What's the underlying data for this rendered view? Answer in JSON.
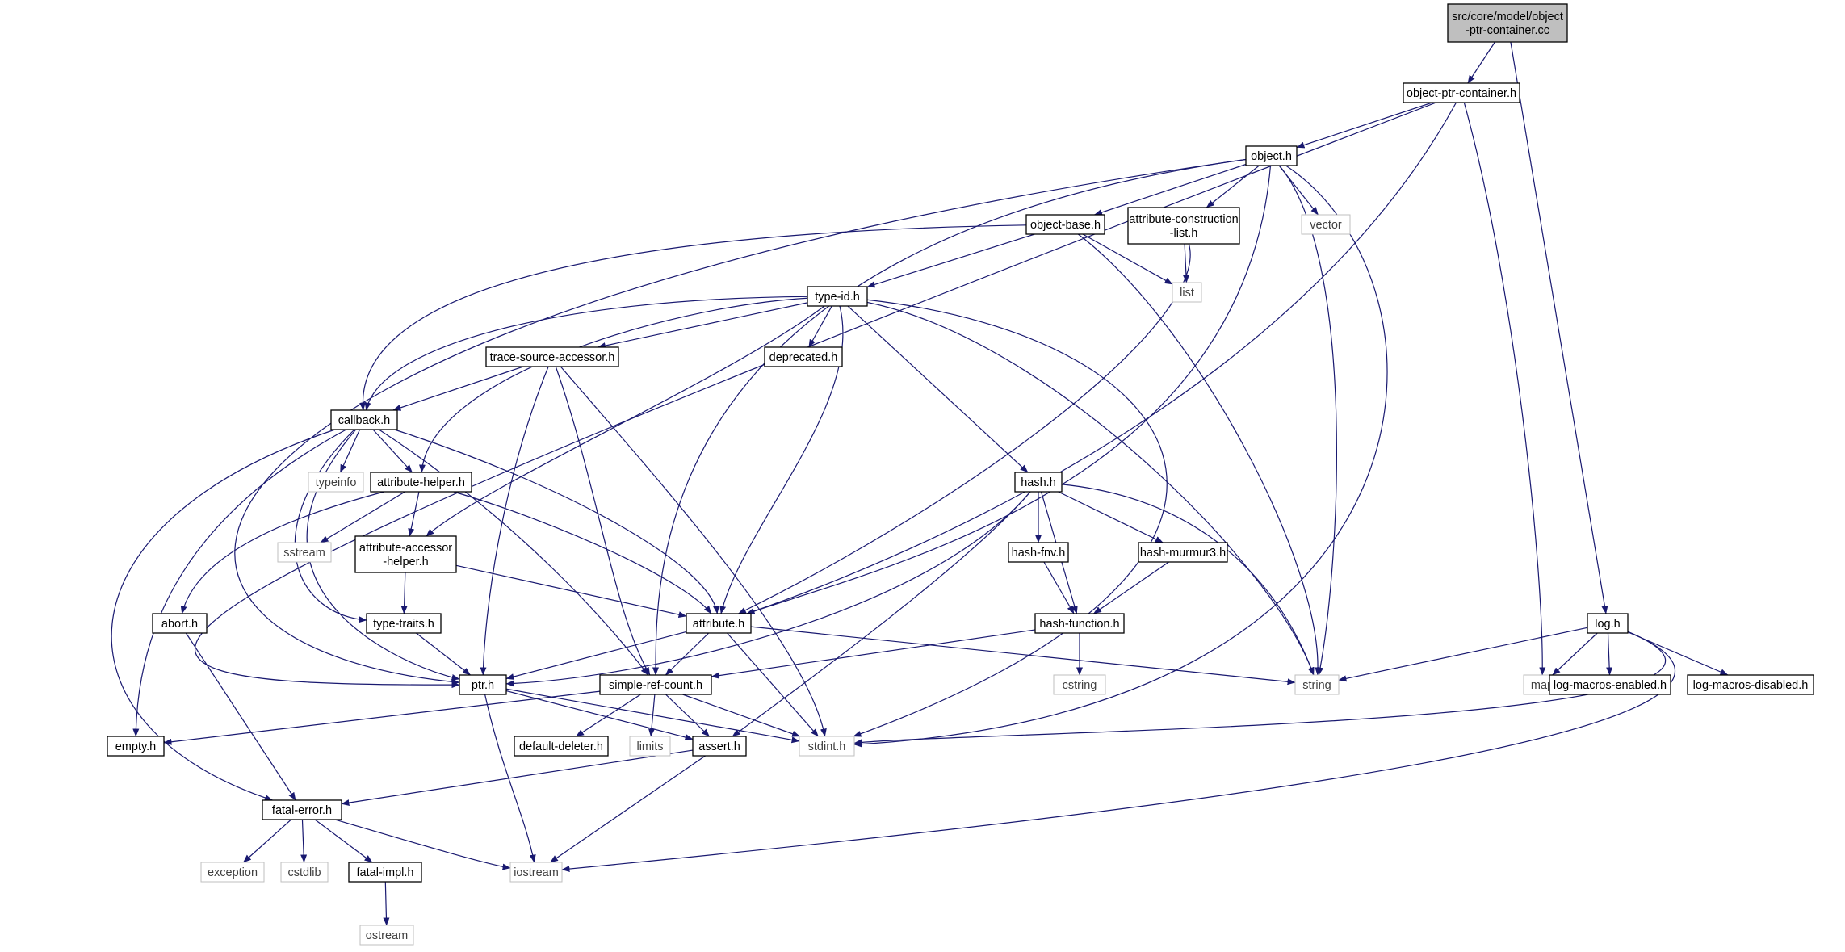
{
  "diagram": {
    "colors": {
      "edge": "#191970",
      "node_border": "#000000",
      "system_border": "#bfbfbf",
      "root_fill": "#bfbfbf",
      "system_text": "#404040",
      "node_text": "#000000"
    },
    "nodes": [
      {
        "id": "root",
        "kind": "root",
        "lines": [
          "src/core/model/object",
          "-ptr-container.cc"
        ]
      },
      {
        "id": "optr",
        "kind": "file",
        "lines": [
          "object-ptr-container.h"
        ]
      },
      {
        "id": "object",
        "kind": "file",
        "lines": [
          "object.h"
        ]
      },
      {
        "id": "objbase",
        "kind": "file",
        "lines": [
          "object-base.h"
        ]
      },
      {
        "id": "attrcons",
        "kind": "file",
        "lines": [
          "attribute-construction",
          "-list.h"
        ]
      },
      {
        "id": "vector",
        "kind": "system",
        "lines": [
          "vector"
        ]
      },
      {
        "id": "list",
        "kind": "system",
        "lines": [
          "list"
        ]
      },
      {
        "id": "typeid",
        "kind": "file",
        "lines": [
          "type-id.h"
        ]
      },
      {
        "id": "tsa",
        "kind": "file",
        "lines": [
          "trace-source-accessor.h"
        ]
      },
      {
        "id": "deprecated",
        "kind": "file",
        "lines": [
          "deprecated.h"
        ]
      },
      {
        "id": "callback",
        "kind": "file",
        "lines": [
          "callback.h"
        ]
      },
      {
        "id": "typeinfo",
        "kind": "system",
        "lines": [
          "typeinfo"
        ]
      },
      {
        "id": "attrhelper",
        "kind": "file",
        "lines": [
          "attribute-helper.h"
        ]
      },
      {
        "id": "sstream",
        "kind": "system",
        "lines": [
          "sstream"
        ]
      },
      {
        "id": "accessor",
        "kind": "file",
        "lines": [
          "attribute-accessor",
          "-helper.h"
        ]
      },
      {
        "id": "abort",
        "kind": "file",
        "lines": [
          "abort.h"
        ]
      },
      {
        "id": "typetraits",
        "kind": "file",
        "lines": [
          "type-traits.h"
        ]
      },
      {
        "id": "attribute",
        "kind": "file",
        "lines": [
          "attribute.h"
        ]
      },
      {
        "id": "hash",
        "kind": "file",
        "lines": [
          "hash.h"
        ]
      },
      {
        "id": "hashfnv",
        "kind": "file",
        "lines": [
          "hash-fnv.h"
        ]
      },
      {
        "id": "murmur",
        "kind": "file",
        "lines": [
          "hash-murmur3.h"
        ]
      },
      {
        "id": "hashfunc",
        "kind": "file",
        "lines": [
          "hash-function.h"
        ]
      },
      {
        "id": "cstring",
        "kind": "system",
        "lines": [
          "cstring"
        ]
      },
      {
        "id": "string",
        "kind": "system",
        "lines": [
          "string"
        ]
      },
      {
        "id": "log",
        "kind": "file",
        "lines": [
          "log.h"
        ]
      },
      {
        "id": "map",
        "kind": "system",
        "lines": [
          "map"
        ]
      },
      {
        "id": "logen",
        "kind": "file",
        "lines": [
          "log-macros-enabled.h"
        ]
      },
      {
        "id": "logdis",
        "kind": "file",
        "lines": [
          "log-macros-disabled.h"
        ]
      },
      {
        "id": "ptr",
        "kind": "file",
        "lines": [
          "ptr.h"
        ]
      },
      {
        "id": "src",
        "kind": "file",
        "lines": [
          "simple-ref-count.h"
        ]
      },
      {
        "id": "empty",
        "kind": "file",
        "lines": [
          "empty.h"
        ]
      },
      {
        "id": "deleter",
        "kind": "file",
        "lines": [
          "default-deleter.h"
        ]
      },
      {
        "id": "limits",
        "kind": "system",
        "lines": [
          "limits"
        ]
      },
      {
        "id": "assert",
        "kind": "file",
        "lines": [
          "assert.h"
        ]
      },
      {
        "id": "stdint",
        "kind": "system",
        "lines": [
          "stdint.h"
        ]
      },
      {
        "id": "fatal",
        "kind": "file",
        "lines": [
          "fatal-error.h"
        ]
      },
      {
        "id": "exception",
        "kind": "system",
        "lines": [
          "exception"
        ]
      },
      {
        "id": "cstdlib",
        "kind": "system",
        "lines": [
          "cstdlib"
        ]
      },
      {
        "id": "fatalimpl",
        "kind": "file",
        "lines": [
          "fatal-impl.h"
        ]
      },
      {
        "id": "iostream",
        "kind": "system",
        "lines": [
          "iostream"
        ]
      },
      {
        "id": "ostream",
        "kind": "system",
        "lines": [
          "ostream"
        ]
      }
    ],
    "edges": [
      [
        "root",
        "optr"
      ],
      [
        "root",
        "log"
      ],
      [
        "optr",
        "object"
      ],
      [
        "optr",
        "ptr"
      ],
      [
        "optr",
        "attribute"
      ],
      [
        "optr",
        "map"
      ],
      [
        "object",
        "objbase"
      ],
      [
        "object",
        "attrcons"
      ],
      [
        "object",
        "vector"
      ],
      [
        "object",
        "string"
      ],
      [
        "object",
        "stdint"
      ],
      [
        "object",
        "src"
      ],
      [
        "object",
        "ptr"
      ],
      [
        "object",
        "attribute"
      ],
      [
        "objbase",
        "typeid"
      ],
      [
        "objbase",
        "list"
      ],
      [
        "objbase",
        "string"
      ],
      [
        "objbase",
        "callback"
      ],
      [
        "attrcons",
        "list"
      ],
      [
        "attrcons",
        "attribute"
      ],
      [
        "typeid",
        "tsa"
      ],
      [
        "typeid",
        "deprecated"
      ],
      [
        "typeid",
        "callback"
      ],
      [
        "typeid",
        "attrhelper"
      ],
      [
        "typeid",
        "accessor"
      ],
      [
        "typeid",
        "attribute"
      ],
      [
        "typeid",
        "hash"
      ],
      [
        "typeid",
        "string"
      ],
      [
        "typeid",
        "stdint"
      ],
      [
        "tsa",
        "callback"
      ],
      [
        "tsa",
        "ptr"
      ],
      [
        "tsa",
        "src"
      ],
      [
        "tsa",
        "stdint"
      ],
      [
        "callback",
        "typeinfo"
      ],
      [
        "callback",
        "attrhelper"
      ],
      [
        "callback",
        "typetraits"
      ],
      [
        "callback",
        "ptr"
      ],
      [
        "callback",
        "src"
      ],
      [
        "callback",
        "attribute"
      ],
      [
        "callback",
        "empty"
      ],
      [
        "callback",
        "fatal"
      ],
      [
        "attrhelper",
        "sstream"
      ],
      [
        "attrhelper",
        "accessor"
      ],
      [
        "attrhelper",
        "abort"
      ],
      [
        "attrhelper",
        "attribute"
      ],
      [
        "accessor",
        "typetraits"
      ],
      [
        "accessor",
        "attribute"
      ],
      [
        "typetraits",
        "ptr"
      ],
      [
        "abort",
        "fatal"
      ],
      [
        "attribute",
        "ptr"
      ],
      [
        "attribute",
        "src"
      ],
      [
        "attribute",
        "stdint"
      ],
      [
        "attribute",
        "string"
      ],
      [
        "hash",
        "hashfnv"
      ],
      [
        "hash",
        "murmur"
      ],
      [
        "hash",
        "hashfunc"
      ],
      [
        "hash",
        "string"
      ],
      [
        "hash",
        "ptr"
      ],
      [
        "hash",
        "assert"
      ],
      [
        "hashfnv",
        "hashfunc"
      ],
      [
        "murmur",
        "hashfunc"
      ],
      [
        "hashfunc",
        "cstring"
      ],
      [
        "hashfunc",
        "src"
      ],
      [
        "log",
        "string"
      ],
      [
        "log",
        "map"
      ],
      [
        "log",
        "logen"
      ],
      [
        "log",
        "logdis"
      ],
      [
        "log",
        "stdint"
      ],
      [
        "log",
        "iostream"
      ],
      [
        "ptr",
        "iostream"
      ],
      [
        "ptr",
        "stdint"
      ],
      [
        "ptr",
        "assert"
      ],
      [
        "src",
        "empty"
      ],
      [
        "src",
        "deleter"
      ],
      [
        "src",
        "limits"
      ],
      [
        "src",
        "assert"
      ],
      [
        "src",
        "stdint"
      ],
      [
        "assert",
        "fatal"
      ],
      [
        "assert",
        "iostream"
      ],
      [
        "fatal",
        "exception"
      ],
      [
        "fatal",
        "cstdlib"
      ],
      [
        "fatal",
        "fatalimpl"
      ],
      [
        "fatal",
        "iostream"
      ],
      [
        "fatalimpl",
        "ostream"
      ]
    ]
  }
}
